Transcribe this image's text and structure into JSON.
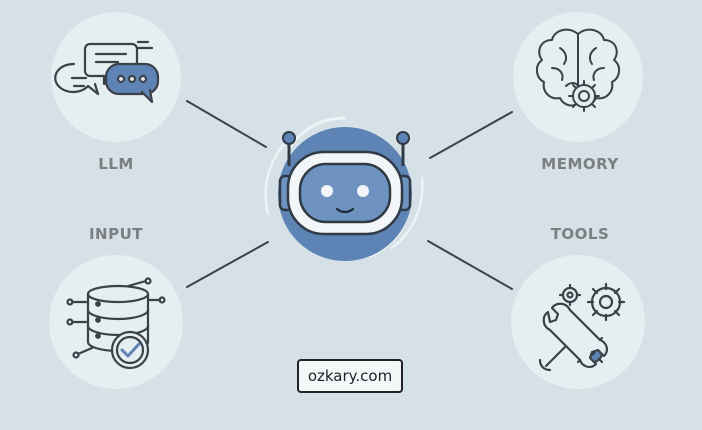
{
  "labels": {
    "llm": "LLM",
    "memory": "MEMORY",
    "input": "INPUT",
    "tools": "TOOLS"
  },
  "footer": {
    "site": "ozkary.com"
  },
  "icons": {
    "llm": "chat-bubbles-icon",
    "memory": "brain-gear-icon",
    "input": "database-check-icon",
    "tools": "wrench-gears-icon",
    "center": "robot-head-icon"
  },
  "colors": {
    "background": "#d5e1e6",
    "circle": "#e6eef1",
    "robot_blue": "#5d84b5",
    "ink": "#3a4148",
    "label": "#7b7f82"
  }
}
